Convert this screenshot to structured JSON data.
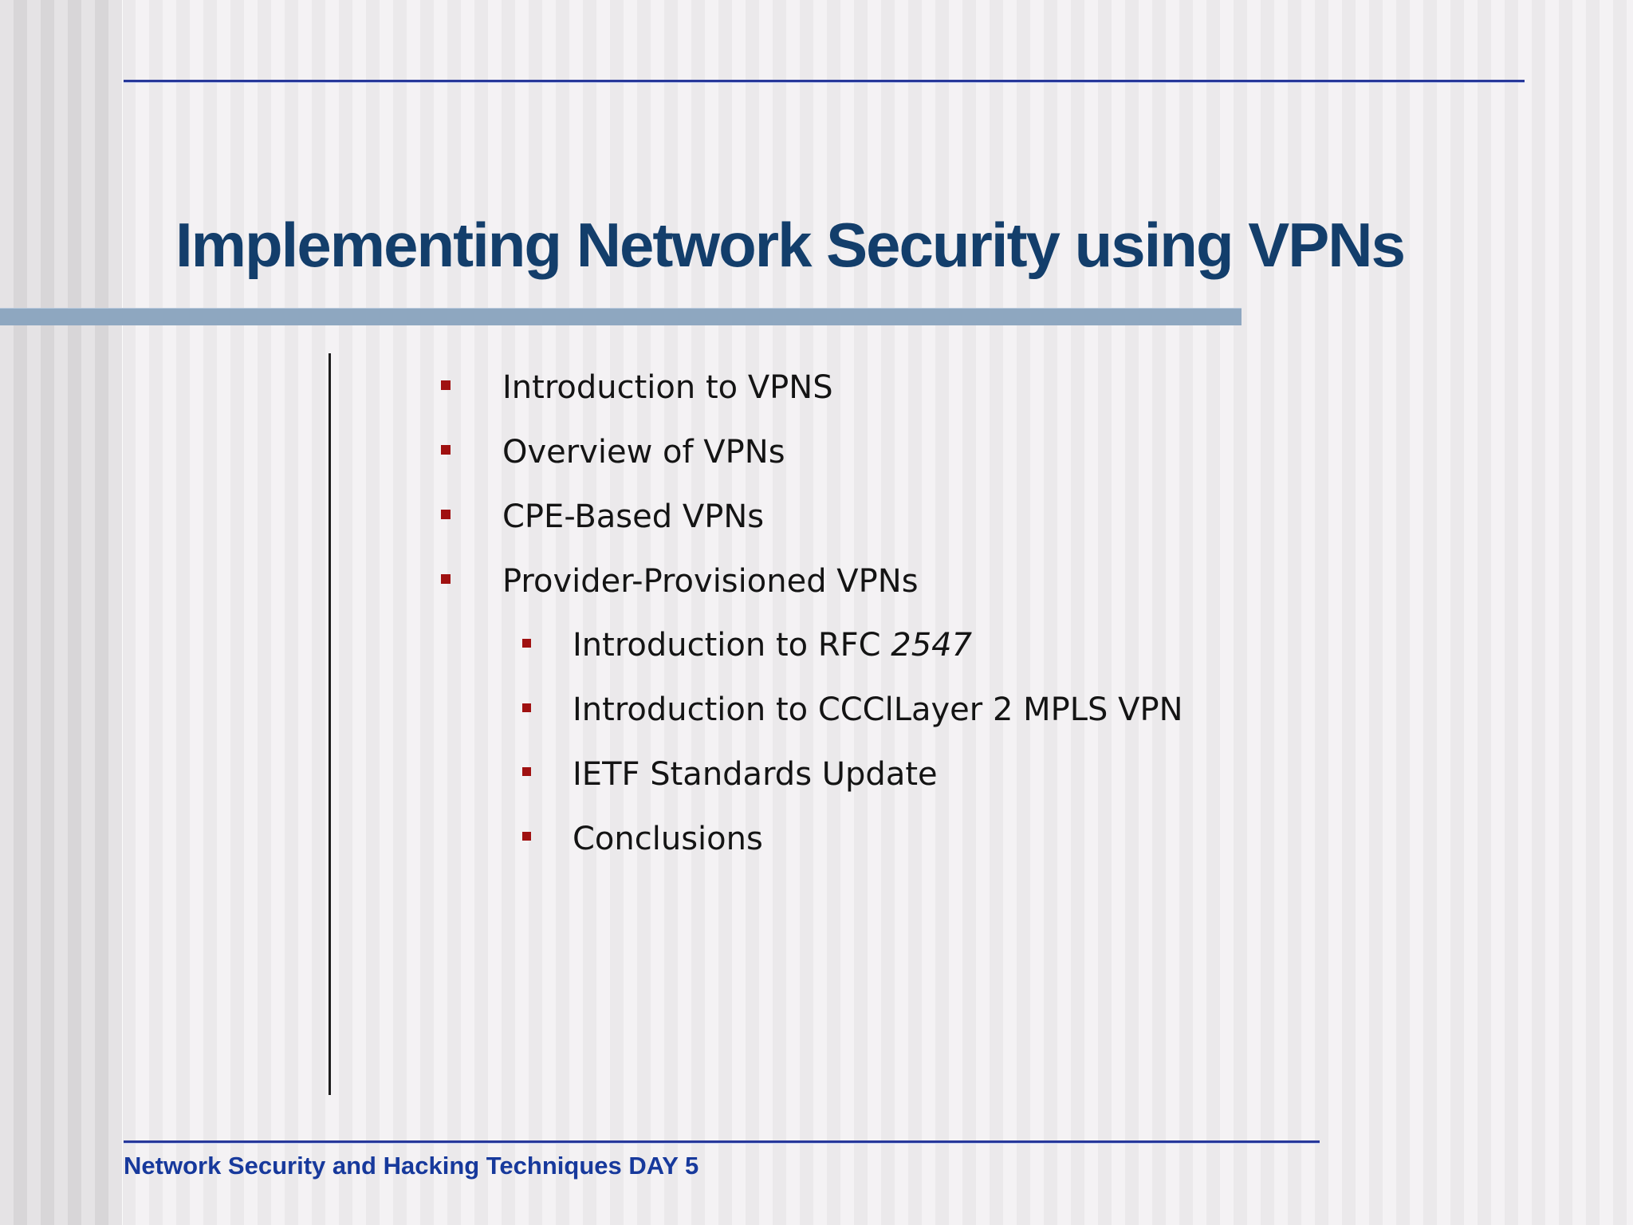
{
  "slide": {
    "title": "Implementing Network Security using VPNs",
    "footer": "Network Security and Hacking Techniques DAY 5",
    "agenda": {
      "items": [
        {
          "level": 1,
          "text": "Introduction to VPNS"
        },
        {
          "level": 1,
          "text": "Overview of VPNs"
        },
        {
          "level": 1,
          "text": "CPE-Based VPNs"
        },
        {
          "level": 1,
          "text": "Provider-Provisioned VPNs"
        },
        {
          "level": 2,
          "text": "Introduction to RFC ",
          "italic": "2547"
        },
        {
          "level": 2,
          "text": "Introduction to CCClLayer 2 MPLS VPN"
        },
        {
          "level": 2,
          "text": "IETF Standards Update"
        },
        {
          "level": 2,
          "text": "Conclusions"
        }
      ]
    },
    "colors": {
      "title_navy": "#133e6b",
      "rule_blue": "#27389a",
      "title_bar_blue": "#8ea7c0",
      "bullet_red": "#a01111",
      "footer_blue": "#17399c",
      "body_text": "#141414"
    }
  }
}
